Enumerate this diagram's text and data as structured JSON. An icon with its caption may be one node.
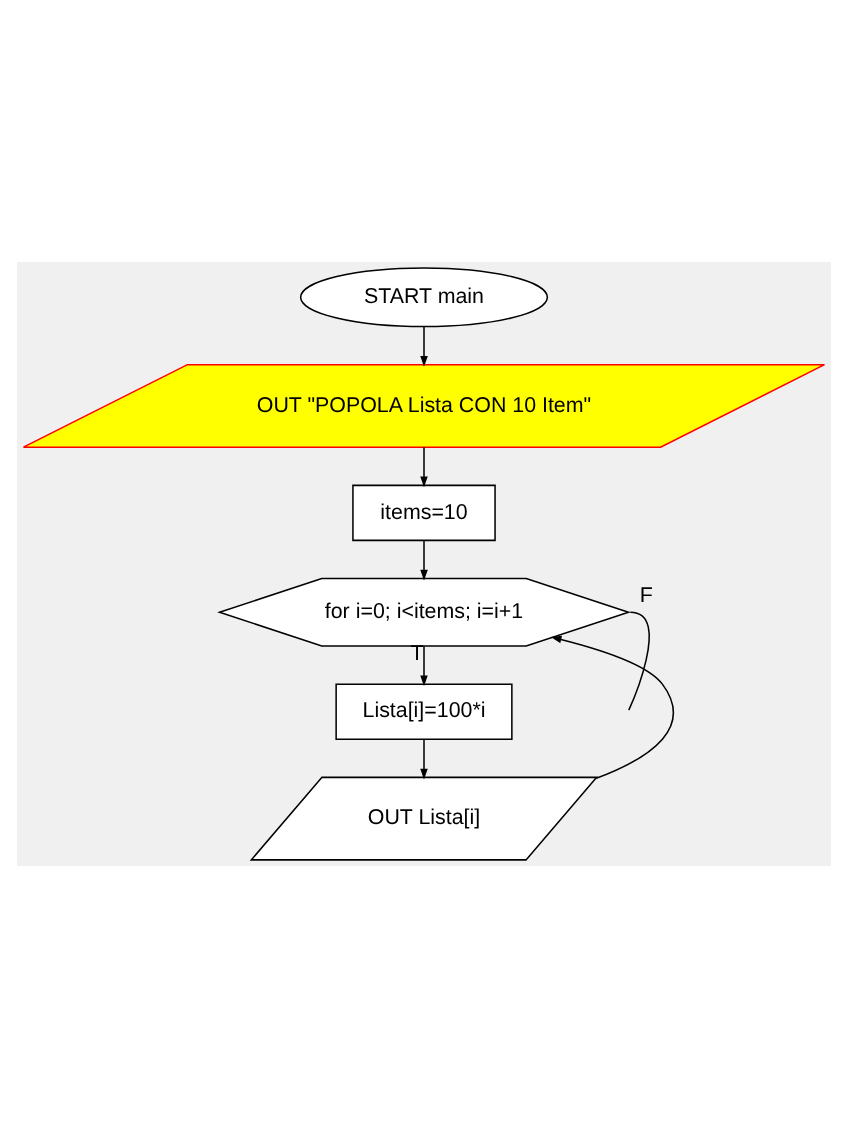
{
  "diagram": {
    "nodes": [
      {
        "text": [
          "START main"
        ]
      },
      {
        "text": [
          "OUT \"POPOLA Lista CON 10 Item\""
        ]
      },
      {
        "text": [
          "items=10"
        ]
      },
      {
        "text": [
          "for i=0; i<items; i=i+1"
        ]
      },
      {
        "text": [
          "Lista[i]=100*i"
        ]
      },
      {
        "text": [
          "OUT Lista[i]"
        ]
      }
    ],
    "edges": [
      {
        "from": 0,
        "to": 1,
        "arrow": "to"
      },
      {
        "from": 1,
        "to": 2,
        "arrow": "to"
      },
      {
        "from": 2,
        "to": 3,
        "arrow": "to"
      },
      {
        "from": 3,
        "to": 4,
        "arrow": "to",
        "label": "T"
      },
      {
        "from": 4,
        "to": 5,
        "arrow": "to"
      },
      {
        "from": 5,
        "to": 3,
        "arrow": "to"
      },
      {
        "from": 3,
        "to": null,
        "arrow": "none",
        "label": "F"
      }
    ]
  }
}
